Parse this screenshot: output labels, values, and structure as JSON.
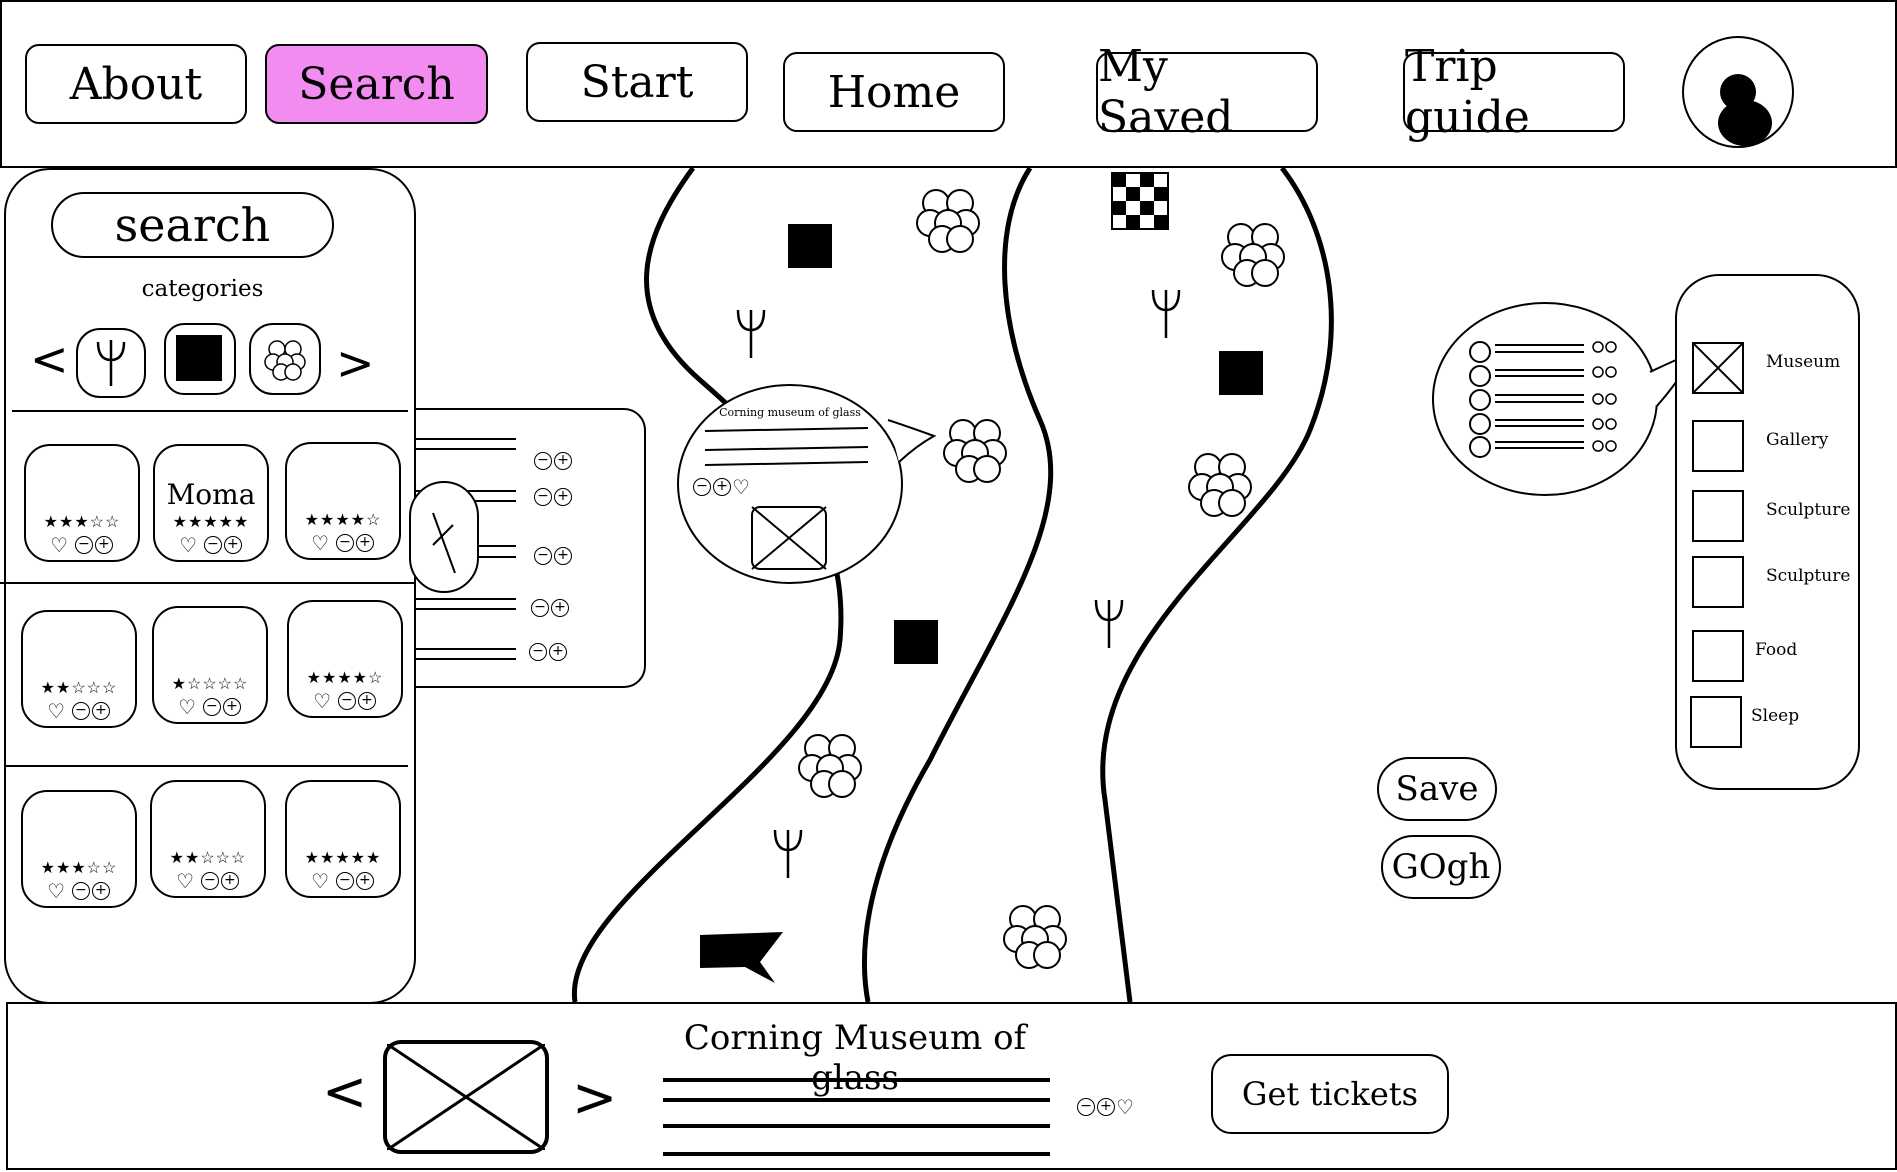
{
  "nav": {
    "about": "About",
    "search": "Search",
    "start": "Start",
    "home": "Home",
    "my_saved": "My Saved",
    "trip_guide": "Trip guide"
  },
  "sidebar": {
    "search_label": "search",
    "categories_label": "categories",
    "prev_arrow": "<",
    "next_arrow": ">",
    "cards": [
      {
        "title": "",
        "rating": 3
      },
      {
        "title": "Moma",
        "rating": 5
      },
      {
        "title": "",
        "rating": 4
      },
      {
        "title": "",
        "rating": 2
      },
      {
        "title": "",
        "rating": 1
      },
      {
        "title": "",
        "rating": 4
      },
      {
        "title": "",
        "rating": 3
      },
      {
        "title": "",
        "rating": 2
      },
      {
        "title": "",
        "rating": 5
      }
    ]
  },
  "map": {
    "popup_title": "Corning museum of glass"
  },
  "filters": {
    "items": [
      "Museum",
      "Gallery",
      "Sculpture",
      "Sculpture",
      "Food",
      "Sleep"
    ],
    "checked": [
      true,
      false,
      false,
      false,
      false,
      false
    ]
  },
  "actions": {
    "save": "Save",
    "go": "GOgh"
  },
  "footer": {
    "prev_arrow": "<",
    "next_arrow": ">",
    "title": "Corning Museum of glass",
    "tickets": "Get tickets"
  },
  "icons": {
    "museum": "black-square-icon",
    "gallery": "checker-icon",
    "food": "fork-icon",
    "sculpture": "flower-cluster-icon",
    "user": "user-avatar-icon",
    "minus": "⊖",
    "plus": "⊕",
    "heart": "♡"
  }
}
